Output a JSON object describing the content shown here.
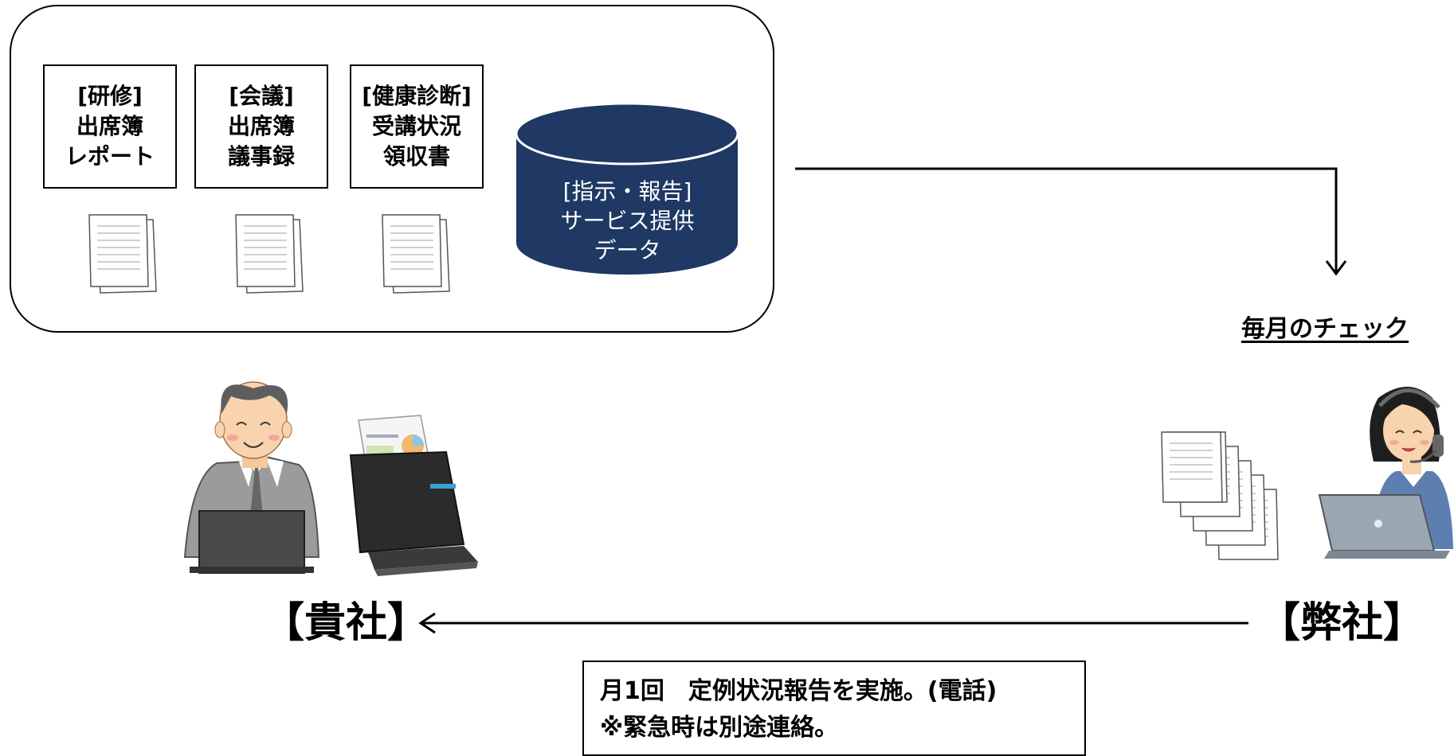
{
  "documents": [
    {
      "lines": [
        "[研修]",
        "出席簿",
        "レポート"
      ]
    },
    {
      "lines": [
        "[会議]",
        "出席簿",
        "議事録"
      ]
    },
    {
      "lines": [
        "[健康診断]",
        "受講状況",
        "領収書"
      ]
    }
  ],
  "database": {
    "lines": [
      "[指示・報告]",
      "サービス提供",
      "データ"
    ],
    "color": "#1f3864"
  },
  "monthly_check": "毎月のチェック",
  "client_label": "【貴社】",
  "our_label": "【弊社】",
  "note": {
    "lines": [
      "月1回　定例状況報告を実施。(電話)",
      "※緊急時は別途連絡。"
    ]
  }
}
